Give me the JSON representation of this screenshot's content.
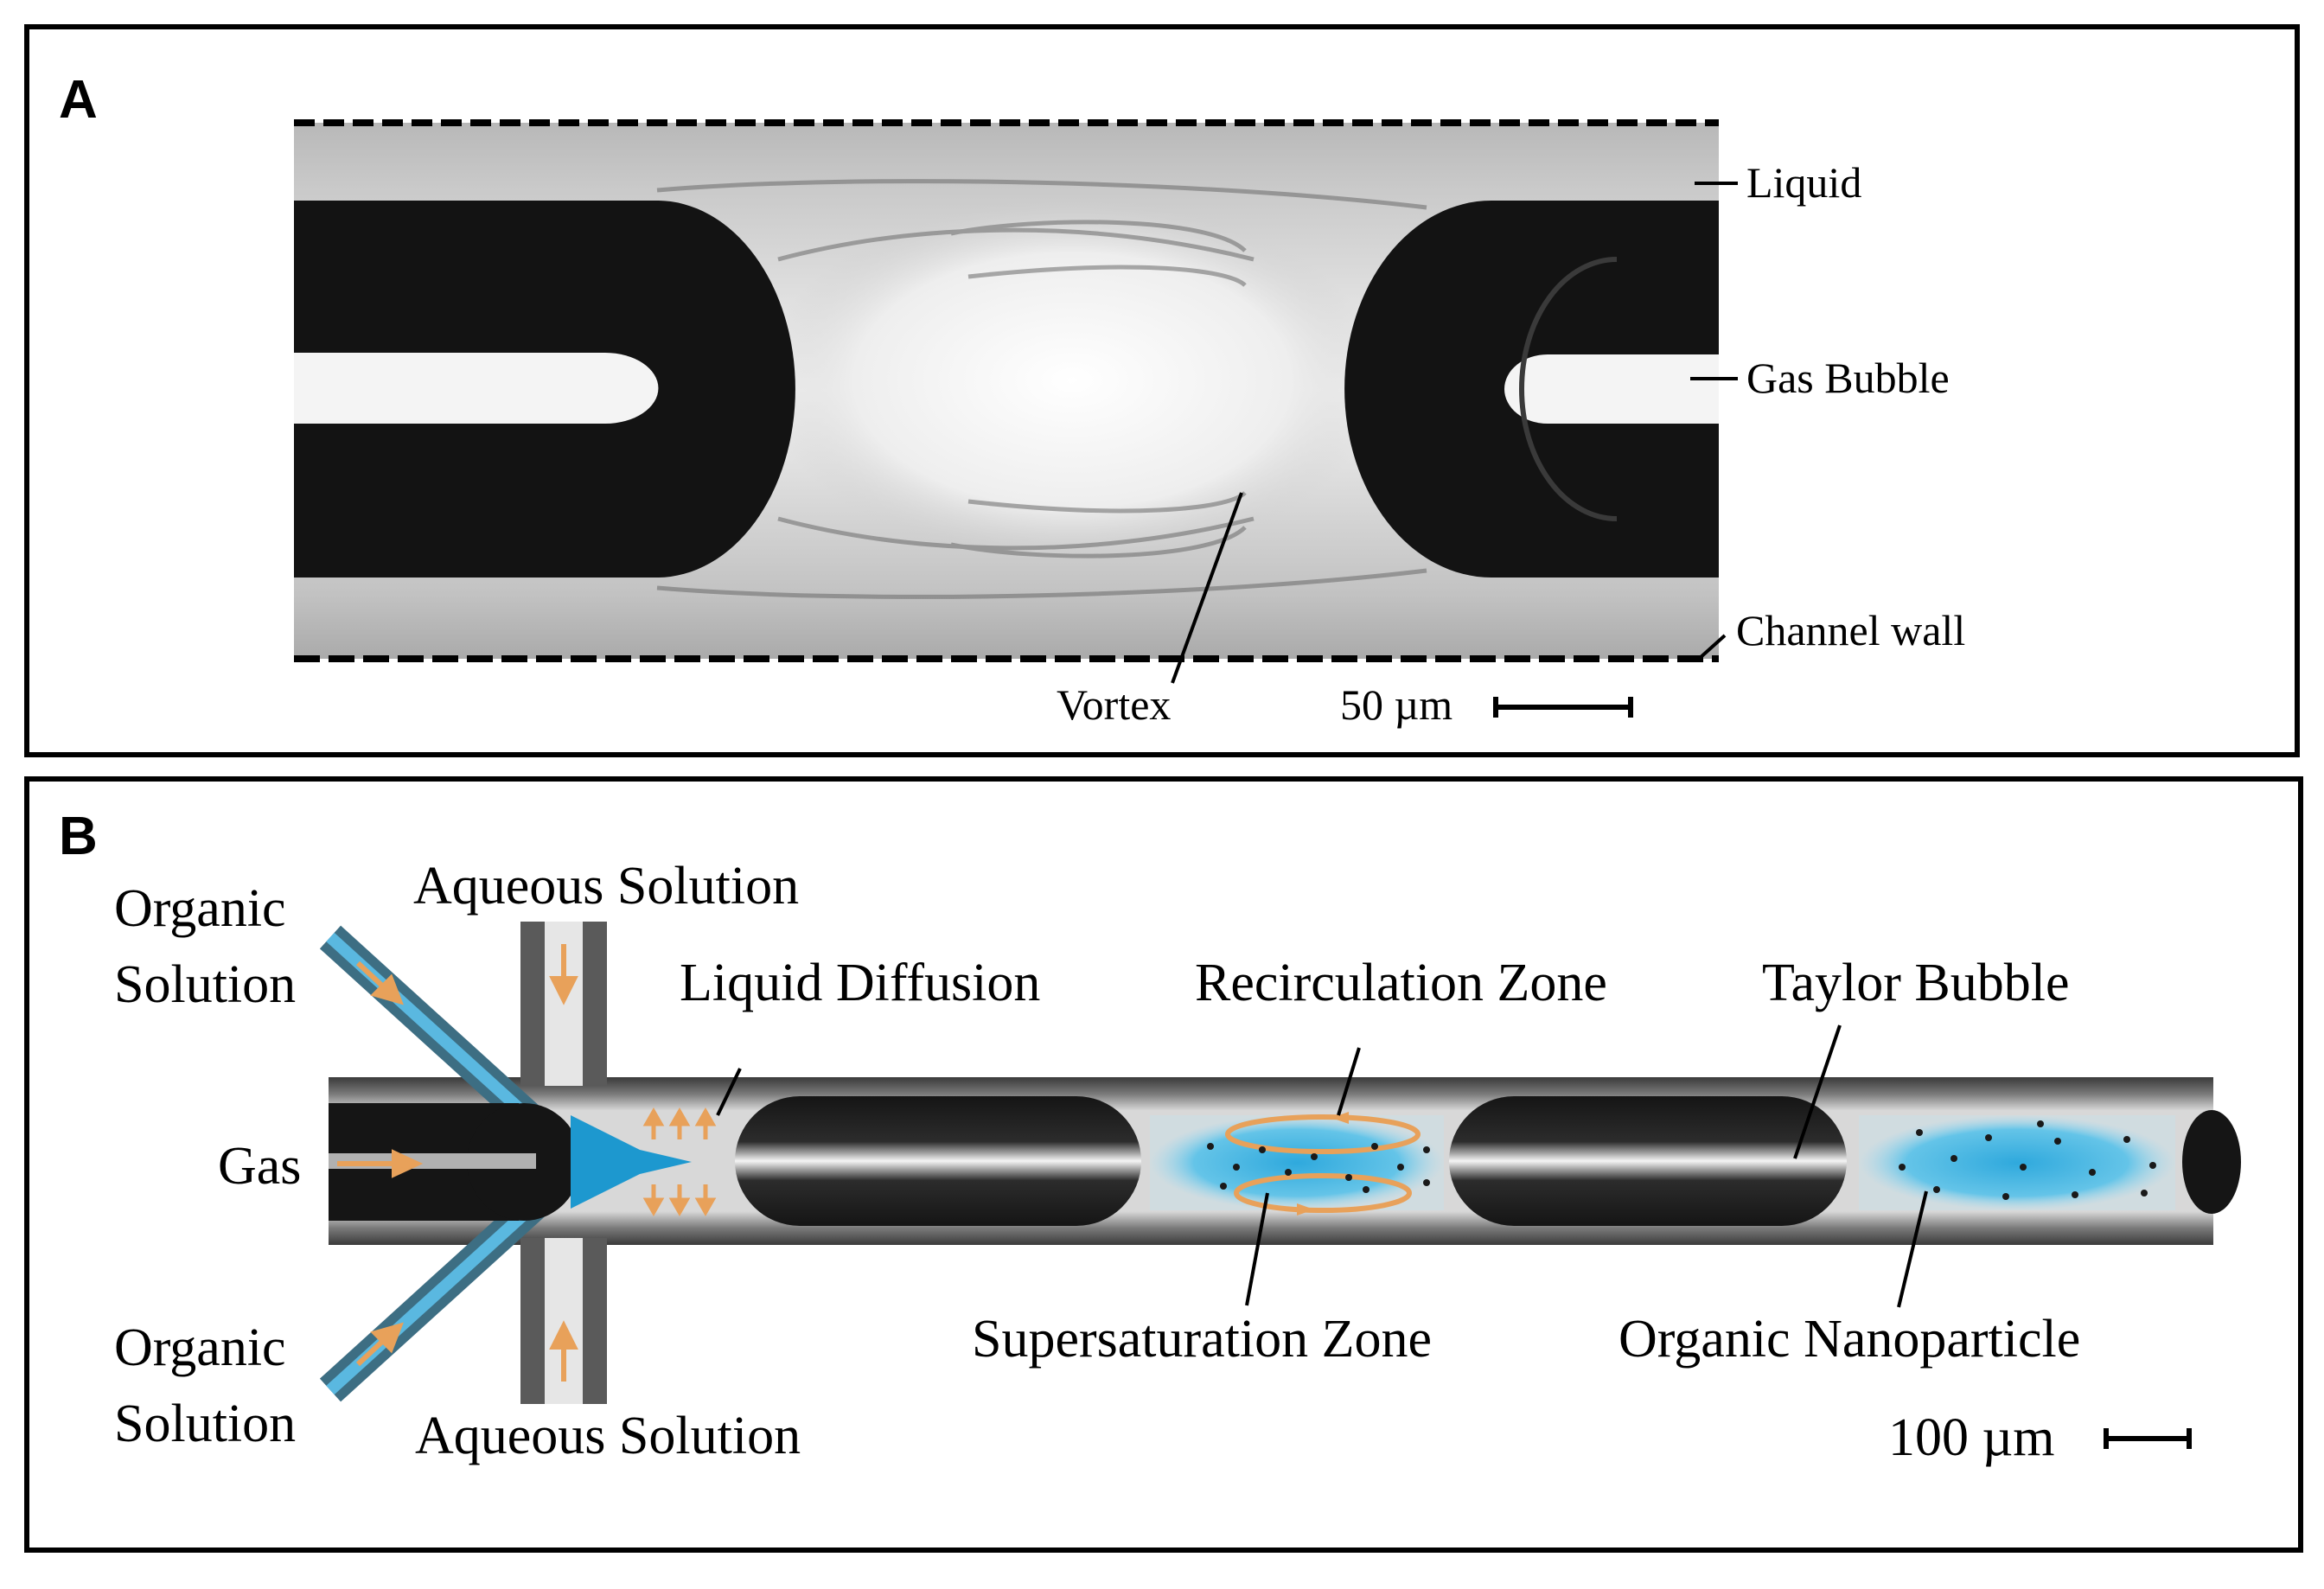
{
  "panel_a": {
    "letter": "A",
    "labels": {
      "liquid": "Liquid",
      "gas_bubble": "Gas Bubble",
      "channel_wall": "Channel wall",
      "vortex": "Vortex",
      "scale": "50 µm"
    }
  },
  "panel_b": {
    "letter": "B",
    "labels": {
      "organic_solution_top_1": "Organic",
      "organic_solution_top_2": "Solution",
      "aqueous_solution_top": "Aqueous Solution",
      "liquid_diffusion": "Liquid Diffusion",
      "recirculation_zone": "Recirculation Zone",
      "taylor_bubble": "Taylor Bubble",
      "gas": "Gas",
      "organic_solution_bottom_1": "Organic",
      "organic_solution_bottom_2": "Solution",
      "aqueous_solution_bottom": "Aqueous Solution",
      "supersaturation_zone": "Supersaturation Zone",
      "organic_nanoparticle": "Organic Nanoparticle",
      "scale": "100 µm"
    }
  },
  "colors": {
    "arrow_orange": "#e8a15a",
    "liquid_blue": "#49b7df",
    "bubble_dark": "#141414"
  }
}
